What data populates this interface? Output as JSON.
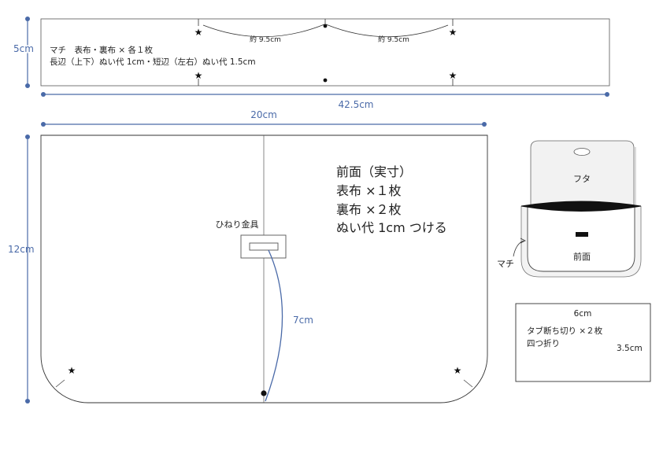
{
  "gusset": {
    "label_line1": "マチ　表布・裏布 × 各１枚",
    "label_line2": "長辺（上下）ぬい代 1cm・短辺（左右）ぬい代 1.5cm",
    "segment_left": "約 9.5cm",
    "segment_right": "約 9.5cm",
    "height_dim": "5cm",
    "length_dim": "42.5cm"
  },
  "front": {
    "width_dim": "20cm",
    "height_dim": "12cm",
    "hardware_label": "ひねり金具",
    "curve_dim": "7cm",
    "title_line1": "前面（実寸）",
    "title_line2": "表布 ×１枚",
    "title_line3": "裏布 ×２枚",
    "title_line4": "ぬい代 1cm つける"
  },
  "bag": {
    "flap_label": "フタ",
    "front_label": "前面",
    "gusset_label": "マチ"
  },
  "tab": {
    "width_dim": "6cm",
    "height_dim": "3.5cm",
    "line1": "タブ断ち切り ×２枚",
    "line2": "四つ折り"
  },
  "marks": {
    "star": "★"
  },
  "colors": {
    "dimension": "#4a6aa8",
    "outline": "#333333"
  }
}
